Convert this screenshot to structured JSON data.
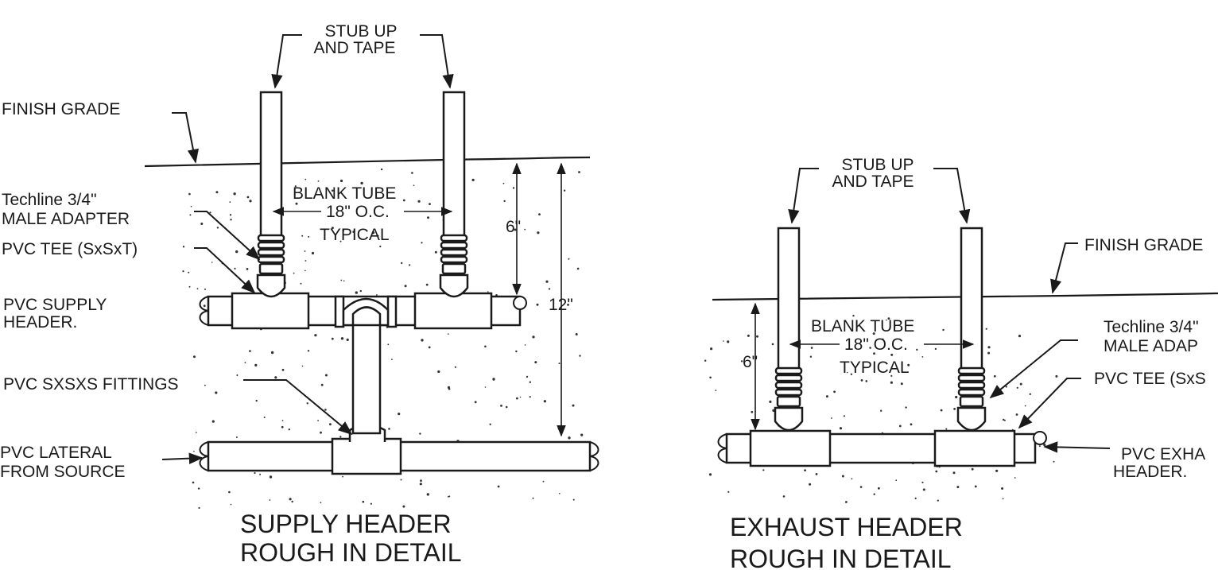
{
  "supply_detail": {
    "title_line1": "SUPPLY HEADER",
    "title_line2": "ROUGH IN DETAIL",
    "stub_up_line1": "STUB UP",
    "stub_up_line2": "AND TAPE",
    "finish_grade": "FINISH GRADE",
    "adapter_line1": "Techline 3/4\"",
    "adapter_line2": "MALE ADAPTER",
    "tee": "PVC TEE (SxSxT)",
    "header_line1": "PVC SUPPLY",
    "header_line2": "HEADER.",
    "fittings": "PVC SXSXS FITTINGS",
    "lateral_line1": "PVC LATERAL",
    "lateral_line2": "FROM SOURCE",
    "blank_tube": "BLANK TUBE",
    "spacing": "18\" O.C.",
    "typical": "TYPICAL",
    "depth_short": "6\"",
    "depth_long": "12\""
  },
  "exhaust_detail": {
    "title_line1": "EXHAUST HEADER",
    "title_line2": "ROUGH IN DETAIL",
    "stub_up_line1": "STUB UP",
    "stub_up_line2": "AND TAPE",
    "finish_grade": "FINISH GRADE",
    "adapter_line1": "Techline 3/4\"",
    "adapter_line2": "MALE ADAP",
    "tee": "PVC TEE (SxS",
    "header_line1": "PVC EXHA",
    "header_line2": "HEADER.",
    "blank_tube": "BLANK TUBE",
    "spacing": "18\" O.C.",
    "typical": "TYPICAL",
    "depth_short": "6\""
  }
}
